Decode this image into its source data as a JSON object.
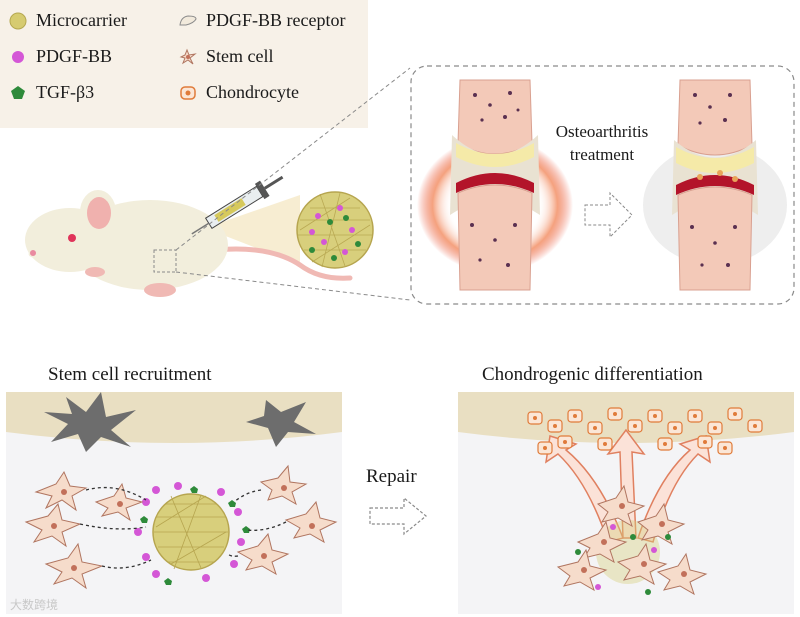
{
  "legend": {
    "items": [
      {
        "label": "Microcarrier",
        "icon": "microcarrier-icon",
        "color": "#d4c86a"
      },
      {
        "label": "PDGF-BB receptor",
        "icon": "receptor-icon",
        "color": "#efe6d8"
      },
      {
        "label": "PDGF-BB",
        "icon": "pdgf-dot-icon",
        "color": "#d457d6"
      },
      {
        "label": "Stem cell",
        "icon": "stem-cell-icon",
        "color": "#f2d8c8"
      },
      {
        "label": "TGF-β3",
        "icon": "tgf-pentagon-icon",
        "color": "#2e8a3a"
      },
      {
        "label": "Chondrocyte",
        "icon": "chondrocyte-icon",
        "color": "#e07b3a"
      }
    ]
  },
  "inset": {
    "label_line1": "Osteoarthritis",
    "label_line2": "treatment"
  },
  "panels": {
    "left_title": "Stem cell recruitment",
    "right_title": "Chondrogenic differentiation",
    "arrow_label": "Repair"
  },
  "watermark": "大数跨境",
  "colors": {
    "cartilage": "#e9e2d2",
    "bone": "#f3c9b8",
    "inflammation": "#e8472e",
    "cell": "#f6dccb",
    "cell_border": "#c9836a",
    "dashed": "#8a8a8a"
  }
}
